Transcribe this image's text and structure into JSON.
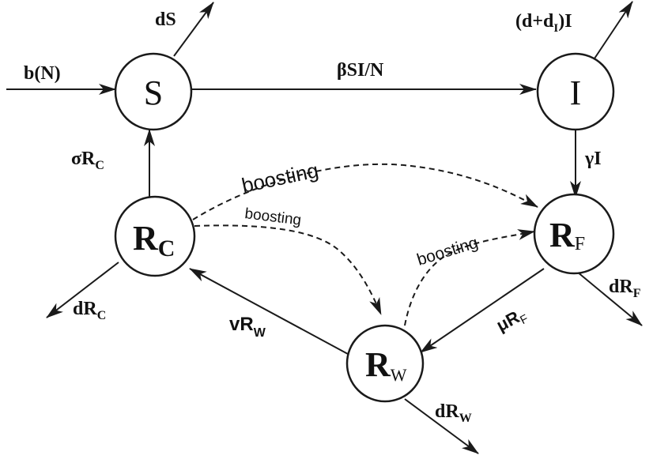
{
  "colors": {
    "stroke": "#1a1a1a",
    "text": "#111111",
    "background": "#ffffff"
  },
  "nodes": {
    "S": {
      "label": "S"
    },
    "I": {
      "label": "I"
    },
    "RC": {
      "label": "R",
      "sub": "C"
    },
    "RF": {
      "label": "R",
      "sub": "F"
    },
    "RW": {
      "label": "R",
      "sub": "W"
    }
  },
  "edges": {
    "birth": {
      "label": "b(N)"
    },
    "death_s": {
      "label": "dS"
    },
    "infection": {
      "label": "βSI/N"
    },
    "death_i": {
      "label": "(d+d",
      "sub": "I",
      "tail": ")I"
    },
    "recovery": {
      "label": "γI"
    },
    "sigma": {
      "label": "σR",
      "sub": "C"
    },
    "death_rc": {
      "label": "dR",
      "sub": "C"
    },
    "nu": {
      "label": "vR",
      "sub": "W"
    },
    "mu": {
      "label": "μR",
      "sub": "F"
    },
    "death_rf": {
      "label": "dR",
      "sub": "F"
    },
    "death_rw": {
      "label": "dR",
      "sub": "W"
    },
    "boost_rc_rf": {
      "label": "boosting"
    },
    "boost_rc_rw": {
      "label": "boosting"
    },
    "boost_rw_rf": {
      "label": "boosting"
    }
  }
}
